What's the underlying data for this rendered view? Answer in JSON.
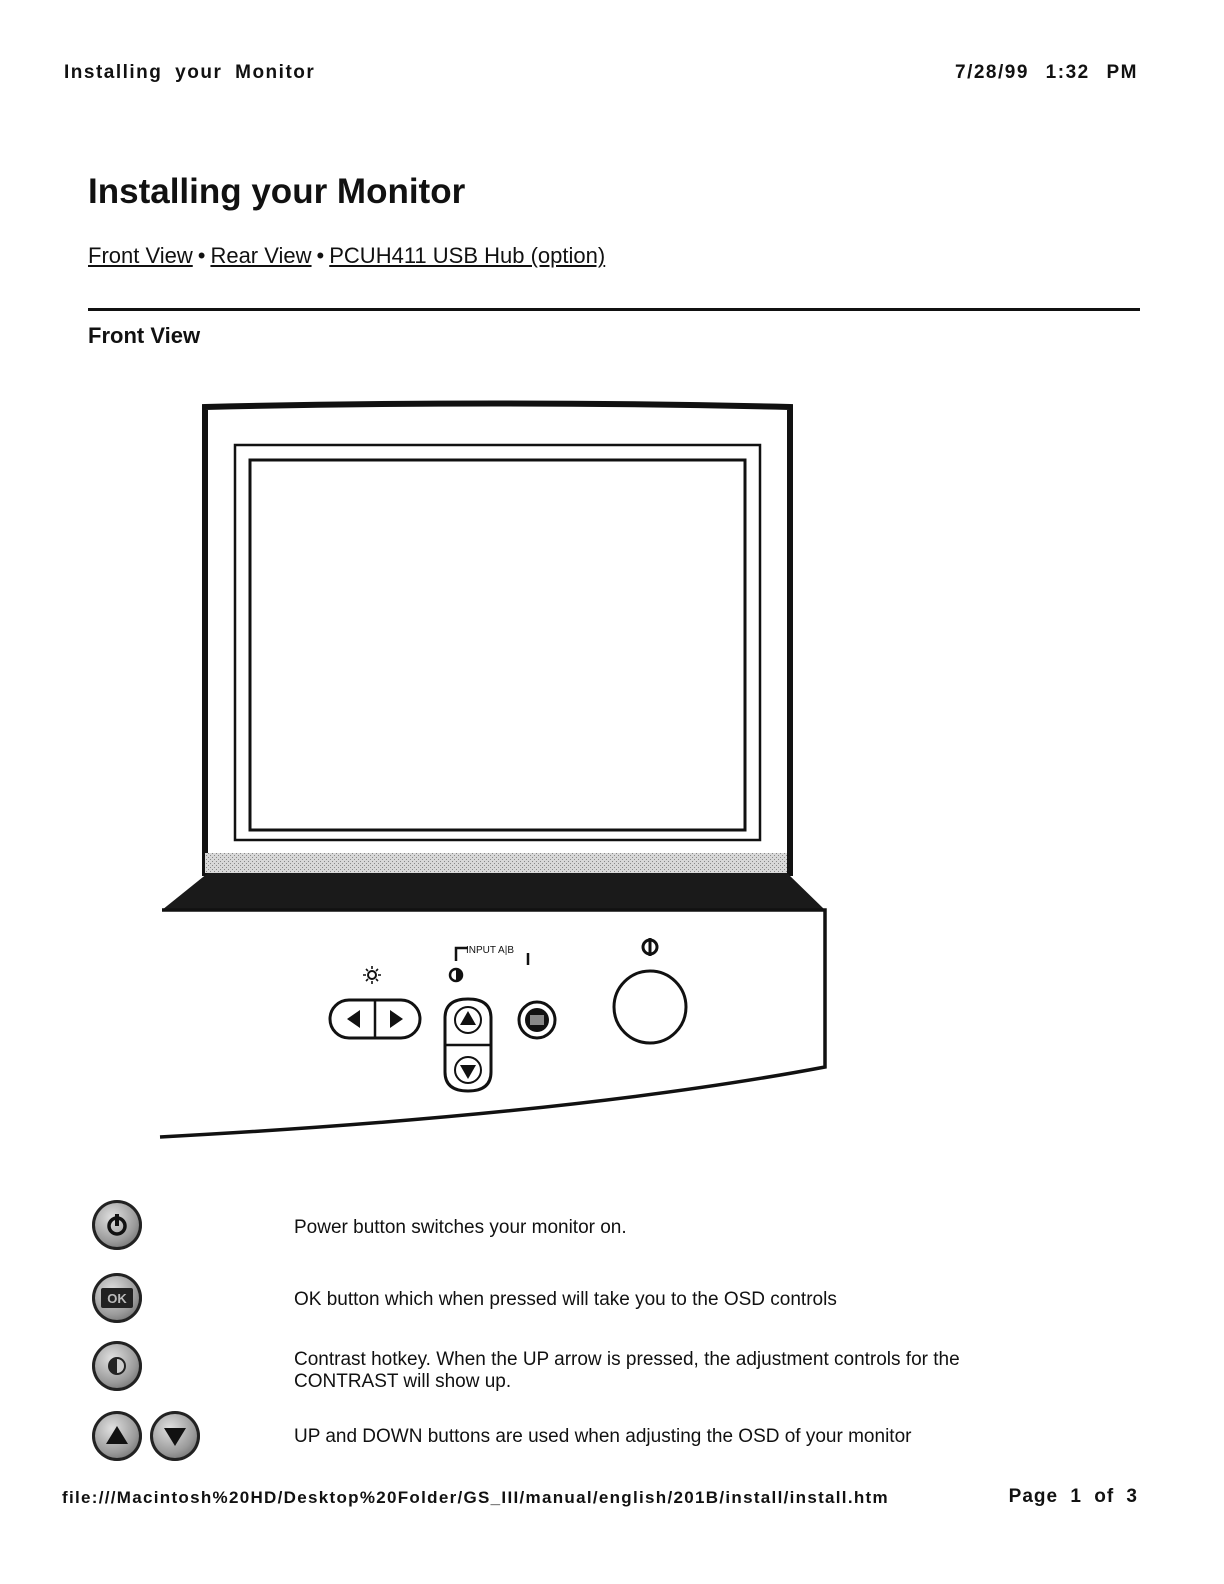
{
  "header": {
    "left": "Installing your Monitor",
    "right": "7/28/99 1:32 PM"
  },
  "page": {
    "title": "Installing your Monitor",
    "nav": {
      "front": "Front View",
      "rear": "Rear View",
      "usb": "PCUH411 USB Hub (option)",
      "separator": "•"
    },
    "section_title": "Front View"
  },
  "figure": {
    "panel_label": "INPUT A|B"
  },
  "descriptions": [
    {
      "icon": "power-icon",
      "text": "Power button switches your monitor on."
    },
    {
      "icon": "ok-icon",
      "icon_label": "OK",
      "text": "OK button which when pressed will take you to the OSD controls"
    },
    {
      "icon": "contrast-icon",
      "text": "Contrast hotkey. When the UP arrow is pressed, the adjustment controls for the CONTRAST will show up."
    },
    {
      "icon": "up-down-icons",
      "text": "UP and DOWN buttons are used when adjusting the OSD of your monitor"
    }
  ],
  "footer": {
    "left": "file:///Macintosh%20HD/Desktop%20Folder/GS_III/manual/english/201B/install/install.htm",
    "right": "Page 1 of 3"
  }
}
